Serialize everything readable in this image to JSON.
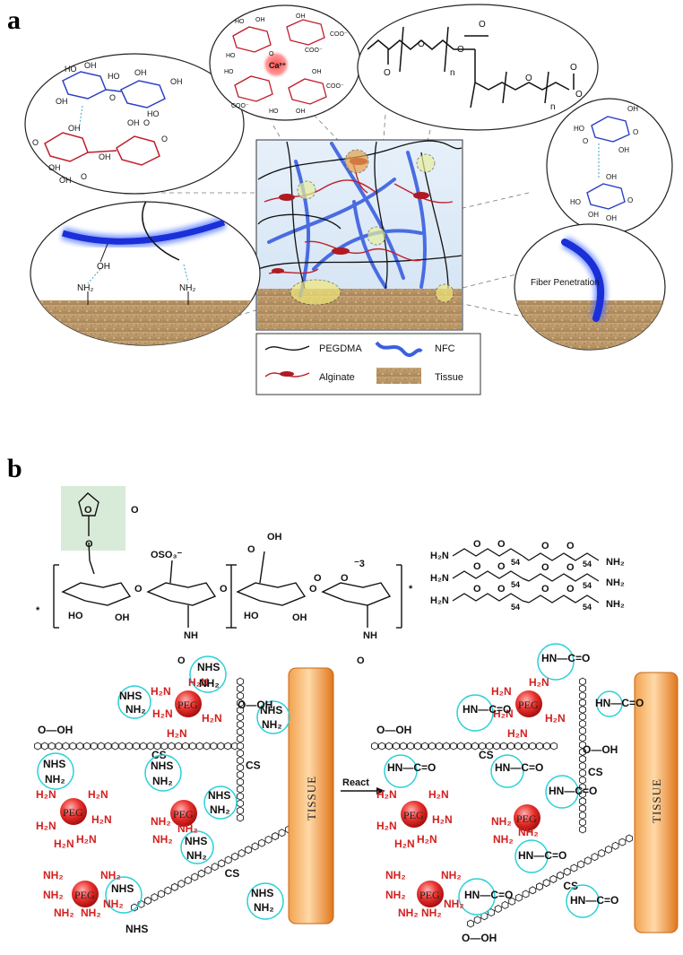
{
  "panels": {
    "a": "a",
    "b": "b"
  },
  "panel_a": {
    "ion": "Ca²⁺",
    "bubbles": {
      "hb_left_groups": [
        "HO",
        "OH",
        "OH",
        "HO",
        "OH",
        "O",
        "HO",
        "OH",
        "OH",
        "OH",
        "OH",
        "O",
        "O"
      ],
      "cooh": [
        "OH",
        "O",
        "OH",
        "O"
      ],
      "alginate_groups": [
        "HO",
        "OH",
        "COO⁻",
        "OH",
        "O",
        "HO",
        "HO",
        "COO⁻",
        "COO⁻",
        "OH",
        "COO⁻",
        "HO",
        "OH"
      ],
      "peg_n": [
        "n",
        "n"
      ],
      "right_groups": [
        "OH",
        "O",
        "HO",
        "OH",
        "O",
        "OH",
        "HO",
        "OH",
        "O",
        "OH"
      ],
      "amine_left": [
        "OH",
        "NH₂",
        "NH₂"
      ],
      "fiber_penetration": "Fiber Penetration"
    },
    "legend": {
      "pegdma": "PEGDMA",
      "nfc": "NFC",
      "alginate": "Alginate",
      "tissue": "Tissue"
    }
  },
  "panel_b": {
    "top": {
      "left_labels": [
        "*",
        "O",
        "O",
        "O",
        "OSO₃⁻",
        "HO",
        "OH",
        "O",
        "O",
        "NH",
        "O"
      ],
      "mid_labels": [
        "OH",
        "O",
        "O",
        "⁻3",
        "HO",
        "OH",
        "O",
        "O",
        "NH",
        "O",
        "*"
      ],
      "peg_star": [
        "H₂N",
        "O",
        "O",
        "54",
        "H₂N",
        "O",
        "O",
        "54",
        "H₂N",
        "O",
        "O",
        "54",
        "O",
        "O",
        "54",
        "NH₂",
        "O",
        "O",
        "54",
        "NH₂",
        "O",
        "O",
        "54",
        "NH₂"
      ]
    },
    "react_label": "React",
    "tissue_label": "TISSUE",
    "peg_label": "PEG",
    "cs_label": "CS",
    "h2n": "H₂N",
    "nh2": "NH₂",
    "nhs": "NHS",
    "cooh": "O—OH",
    "hn_co": "HN—C=O",
    "amide": "N—C=O",
    "h": "H",
    "plus": "+",
    "c": "C",
    "o": "O",
    "oh": "OH"
  }
}
